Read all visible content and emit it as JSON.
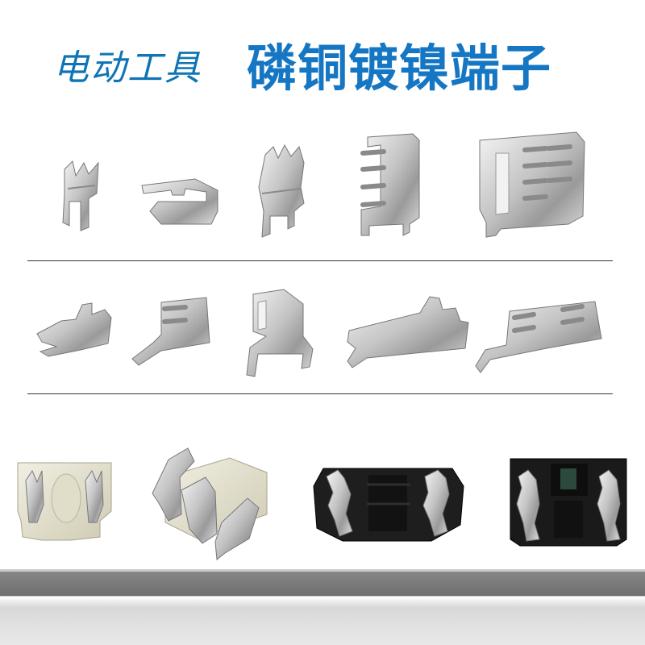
{
  "header": {
    "title_left": "电动工具",
    "title_right": "磷铜镀镍端子"
  },
  "colors": {
    "title_left": "#0f74b5",
    "title_right": "#1577c4",
    "metal_light": "#e6e6e6",
    "metal_dark": "#8a8a8a",
    "plastic_cream": "#e8e6d6",
    "plastic_black": "#1a1a1a"
  },
  "rows": [
    {
      "name": "row-1-terminals",
      "count": 5
    },
    {
      "name": "row-2-terminals",
      "count": 5
    },
    {
      "name": "row-3-assemblies",
      "count": 4
    }
  ]
}
